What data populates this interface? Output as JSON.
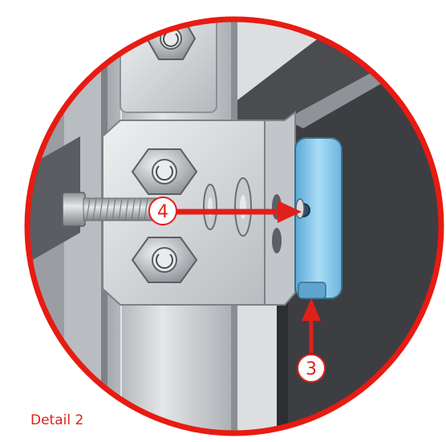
{
  "caption": "Detail 2",
  "callouts": [
    {
      "id": "callout-3",
      "label": "3"
    },
    {
      "id": "callout-4",
      "label": "4"
    }
  ],
  "colors": {
    "ring": "#e81b12",
    "callout": "#e0201a",
    "background": "#ffffff",
    "frame_dark": "#3d3f42",
    "steel": "#c9ccd0",
    "nut_blue": "#7fc3e8"
  }
}
